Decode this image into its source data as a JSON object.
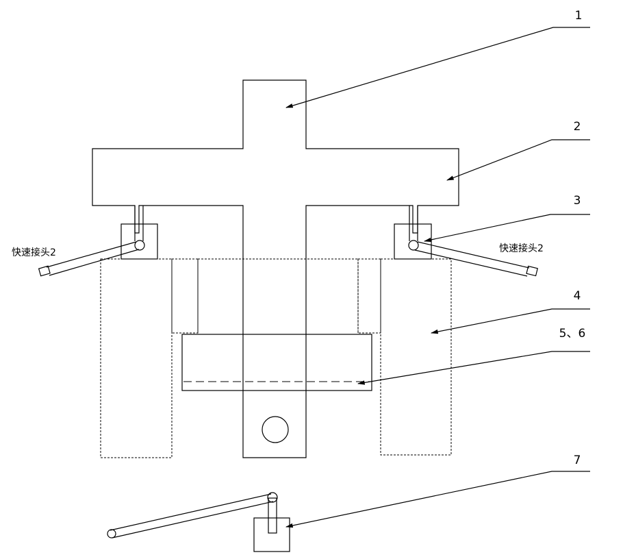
{
  "callouts": [
    "1",
    "2",
    "3",
    "4",
    "5、6",
    "7"
  ],
  "connector_labels": {
    "left": "快速接头2",
    "right": "快速接头2"
  }
}
